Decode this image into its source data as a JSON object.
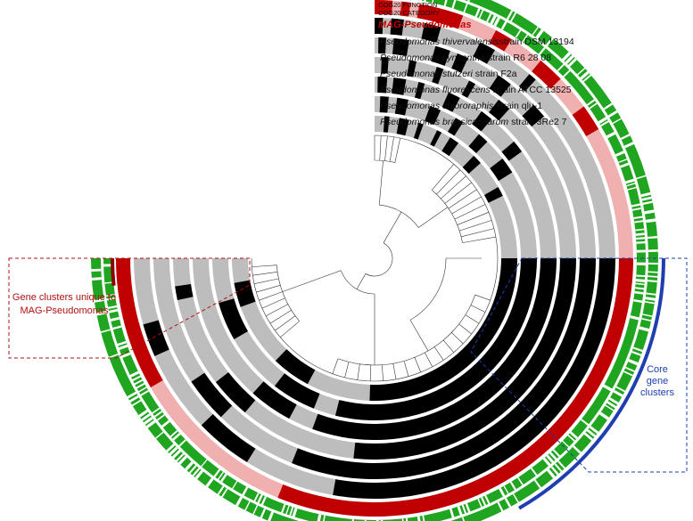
{
  "layers": {
    "cog_function": "COG20 FUNCTION",
    "cog_category": "COG20 CATEGORY",
    "mag": {
      "prefix": "MAG-",
      "genus": "Pseudomonas"
    }
  },
  "genomes": [
    {
      "species": "Pseudomonas thivervalensis",
      "strain": "strain DSM 13194"
    },
    {
      "species": "Pseudomonas synxantha",
      "strain": " strain R6 28 08"
    },
    {
      "species": "Pseudomonas stutzeri",
      "strain": " strain F2a"
    },
    {
      "species": "Pseudomonas fluorescens",
      "strain": " strain ATCC 13525"
    },
    {
      "species": "Pseudomonas chlororaphis",
      "strain": " strain qlu-1"
    },
    {
      "species": "Pseudomonas brassicacearum",
      "strain": " strain 3Re2 7"
    }
  ],
  "annotations": {
    "unique": [
      "Gene clusters unique to",
      "MAG-Pseudomonas"
    ],
    "core": [
      "Core",
      "gene",
      "clusters"
    ]
  },
  "colors": {
    "present": "#000000",
    "absent": "#bdbdbd",
    "mag_present": "#c00000",
    "mag_absent": "#f0b0b0",
    "cog": "#1fa51f",
    "core_bar": "#1f3fb0",
    "unique_bar": "#8b0000",
    "unique_box": "#b01010",
    "core_box": "#1a3fb0"
  }
}
